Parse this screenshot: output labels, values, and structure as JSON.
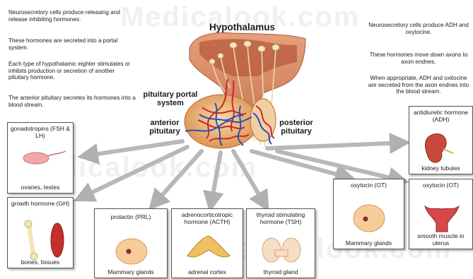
{
  "title": "Hypothalamus",
  "watermark": "Medicalook.com",
  "notes_left": [
    "Neurosecretory cells produce releasing and release inhibiting hormones.",
    "These hormones are secreted into a portal system.",
    "Each type of hypothalamic eighter stimulates or inhibits production or secretion of another pituitary hormone.",
    "The anterior pituitary secretes its hormones into a blood stream."
  ],
  "notes_right": [
    "Neurosecretory cells produce ADH and oxytocine.",
    "These hormones move down axons to axon endnes.",
    "When appropriate, ADH and oxitocine are secreted from the axon endnes into the blood stream."
  ],
  "labels": {
    "portal": "pituitary portal system",
    "anterior": "anterior pituitary",
    "posterior": "posterior pituitary"
  },
  "boxes": {
    "gonado": {
      "head": "gonadotropins (FSH & LH)",
      "foot": "ovaries, testes"
    },
    "growth": {
      "head": "growth hormone (GH)",
      "foot": "bones, tissues"
    },
    "prolactin": {
      "head": "prolactin (PRL)",
      "foot": "Mammary glands"
    },
    "acth": {
      "head": "adrenocorticotropic hormone (ACTH)",
      "foot": "adrenal cortex"
    },
    "tsh": {
      "head": "thyroid stimulating hormone (TSH)",
      "foot": "thyroid gland"
    },
    "oxy1": {
      "head": "oxytocin (OT)",
      "foot": "Mammary glands"
    },
    "adh": {
      "head": "antidiuretic hormone (ADH)",
      "foot": "kidney tubules"
    },
    "oxy2": {
      "head": "oxytocin (OT)",
      "foot": "smooth muscle in uterus"
    }
  }
}
